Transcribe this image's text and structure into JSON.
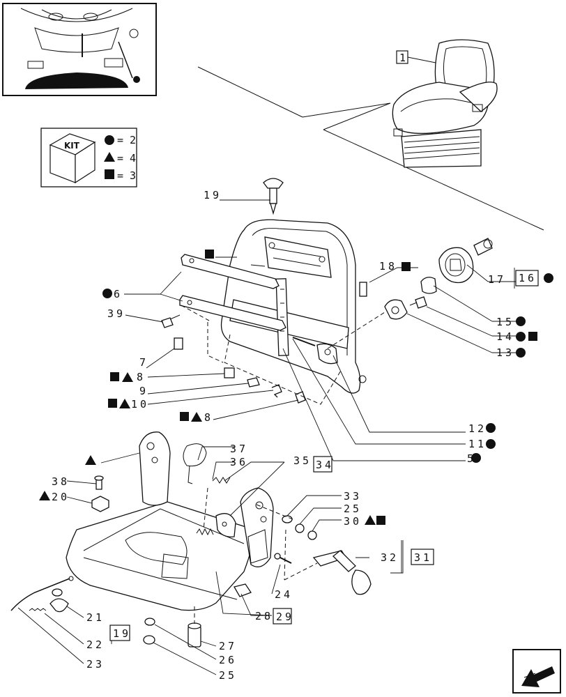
{
  "kit": {
    "label": "KIT",
    "circle_qty": "= 2",
    "triangle_qty": "= 4",
    "square_qty": "= 3"
  },
  "callouts": {
    "c1": "1",
    "c19_top": "19",
    "c18": "18",
    "c6": "6",
    "c39": "39",
    "c7": "7",
    "c8a": "8",
    "c9": "9",
    "c10": "10",
    "c8b": "8",
    "c17": "17",
    "c16": "16",
    "c15": "15",
    "c14": "14",
    "c13": "13",
    "c12": "12",
    "c11": "11",
    "c5": "5",
    "c37": "37",
    "c36": "36",
    "c35": "35",
    "c34": "34",
    "c38": "38",
    "c20": "20",
    "c33": "33",
    "c25a": "25",
    "c30": "30",
    "c32": "32",
    "c31": "31",
    "c24": "24",
    "c28": "28",
    "c29": "29",
    "c21": "21",
    "c22": "22",
    "c23": "23",
    "c19_bottom": "19",
    "c27": "27",
    "c26": "26",
    "c25b": "25"
  },
  "icons": [
    "tractor-thumbnail",
    "seat-assembly",
    "kit-box-icon",
    "circle-symbol",
    "triangle-symbol",
    "square-symbol",
    "navigation-arrow-icon"
  ]
}
